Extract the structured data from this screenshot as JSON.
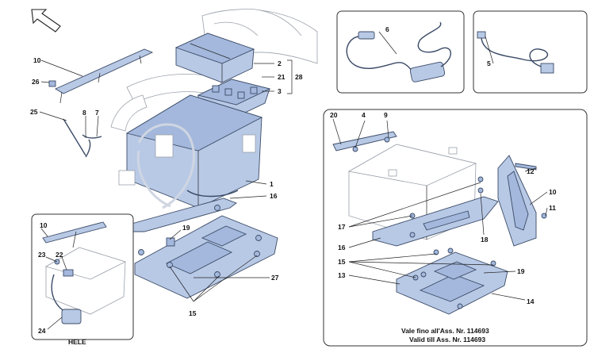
{
  "callouts": {
    "c1": "1",
    "c2": "2",
    "c3": "3",
    "c5": "5",
    "c6": "6",
    "c7": "7",
    "c8": "8",
    "c9": "9",
    "c10a": "10",
    "c10b": "10",
    "c10c": "10",
    "c11": "11",
    "c12": "12",
    "c13": "13",
    "c14": "14",
    "c15a": "15",
    "c15b": "15",
    "c16a": "16",
    "c16b": "16",
    "c17": "17",
    "c18": "18",
    "c19a": "19",
    "c19b": "19",
    "c20": "20",
    "c21": "21",
    "c22": "22",
    "c23": "23",
    "c24": "24",
    "c25": "25",
    "c26": "26",
    "c27": "27",
    "c28": "28",
    "c4": "4"
  },
  "panels": {
    "hele_label": "HELE",
    "valid_from": "Vale fino all'Ass. Nr. 114693",
    "valid_till": "Valid till Ass. Nr. 114693"
  },
  "icons": {
    "orientation_arrow": "arrow-up-left-icon"
  },
  "colors": {
    "part_fill": "#b8c9e6",
    "part_stroke": "#3a4a66",
    "ghost_stroke": "#9aa0aa"
  }
}
